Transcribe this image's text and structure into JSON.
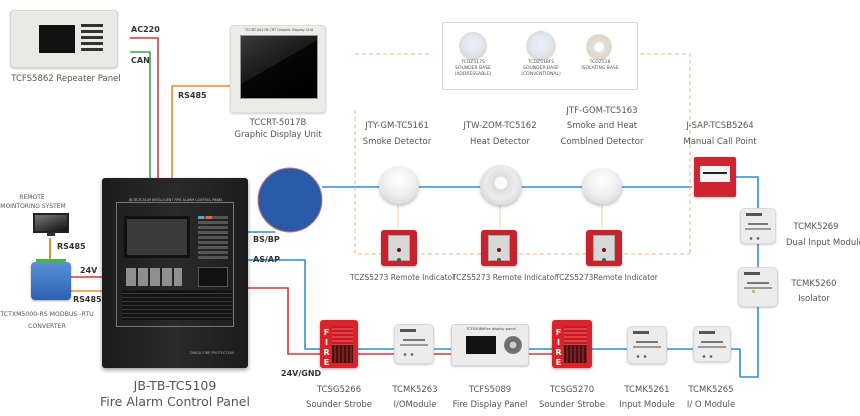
{
  "diagram": {
    "title": "Fire Alarm System Topology",
    "wire_colors": {
      "power_ac": "#d9363e",
      "can": "#3fa34d",
      "rs485": "#f08a24",
      "loop_bus": "#2f8fd6",
      "power_24v": "#d9363e",
      "wireless_dashed": "#f3b27a",
      "drop_line": "#f1cfa8"
    },
    "wire_labels": {
      "ac220": "AC220",
      "can": "CAN",
      "rs485_top": "RS485",
      "rs485_monitor": "RS485",
      "v24": "24V",
      "rs485_converter": "RS485",
      "bs_bp": "BS/BP",
      "as_ap": "AS/AP",
      "v24_gnd": "24V/GND"
    },
    "devices": {
      "repeater_panel": {
        "label": "TCFS5862 Repeater Panel"
      },
      "graphic_display": {
        "model": "TCCRT-5017B",
        "name": "Graphic Display Unit",
        "screen_caption": "TCCRT-5017B CRT Graphic Display Unit"
      },
      "remote_monitoring": {
        "line1": "REMOTE",
        "line2": "MOINTORING SYSTEM"
      },
      "converter": {
        "line1": "TCTXM5000-RS  MODBUS -RTU",
        "line2": "CONVERTER"
      },
      "control_panel": {
        "model": "JB-TB-TC5109",
        "name": "Fire Alarm Control Panel",
        "header": "JB-TB-TC5109 INTELLIGENT FIRE ALARM CONTROL PANEL",
        "footer": "TANDA FIRE PROTECTION"
      },
      "bases": [
        {
          "line1": "TCDZ517S",
          "line2": "SOUNDER BASE",
          "line3": "(ADDRESSABLE)"
        },
        {
          "line1": "TCDZ518FS",
          "line2": "SOUNDER BASE",
          "line3": "(CONVENTIONAL)"
        },
        {
          "line1": "TCDZ518",
          "line2": "ISOLATING BASE",
          "line3": ""
        }
      ],
      "detectors": [
        {
          "model": "JTY-GM-TC5161",
          "name": "Smoke Detector",
          "name2": ""
        },
        {
          "model": "JTW-ZOM-TC5162",
          "name": "Heat Detector",
          "name2": ""
        },
        {
          "model": "JTF-GOM-TC5163",
          "name": "Smoke and Heat",
          "name2": "Combined Detector"
        }
      ],
      "remote_indicators": [
        {
          "label": "TCZS5273 Remote Indicator"
        },
        {
          "label": "TCZS5273 Remote Indicator"
        },
        {
          "label": "TCZS5273Remote Indicator"
        }
      ],
      "call_point": {
        "model": "J-SAP-TCSB5264",
        "name": "Manual Call Point"
      },
      "dual_input": {
        "model": "TCMK5269",
        "name": "Dual Input Module"
      },
      "isolator": {
        "model": "TCMK5260",
        "name": "Isolator"
      },
      "bottom_row": [
        {
          "model": "TCSG5266",
          "name": "Sounder Strobe"
        },
        {
          "model": "TCMK5263",
          "name": "I/OModule"
        },
        {
          "model": "TCFS5089",
          "name": "Fire Display Panel",
          "screen_caption": "TCFS5089Fire display panel"
        },
        {
          "model": "TCSG5270",
          "name": "Sounder Strobe"
        },
        {
          "model": "TCMK5261",
          "name": "Input Module"
        },
        {
          "model": "TCMK5265",
          "name": "I/ O Module"
        }
      ],
      "strobe_text": "FIRE"
    }
  }
}
